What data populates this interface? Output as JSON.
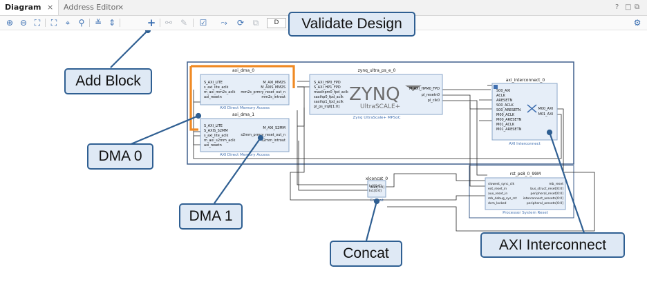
{
  "tabs": [
    {
      "label": "Diagram",
      "active": true
    },
    {
      "label": "Address Editor",
      "active": false
    }
  ],
  "window_controls": {
    "help": "?",
    "restore": "□",
    "maximize": "⧉"
  },
  "toolbar": {
    "icons": [
      "zoom-in-icon",
      "zoom-out-icon",
      "fit-icon",
      "zoom-area-icon",
      "center-icon",
      "search-icon",
      "collapse-icon",
      "expand-icon",
      "add-icon",
      "make-connection-icon",
      "properties-icon",
      "validate-icon",
      "route-icon",
      "regenerate-icon",
      "copy-icon",
      "default-view-icon",
      "settings-icon"
    ],
    "view_select_label": "D"
  },
  "callouts": {
    "validate": "Validate Design",
    "add_block": "Add Block",
    "dma0": "DMA 0",
    "dma1": "DMA 1",
    "concat": "Concat",
    "axi": "AXI Interconnect"
  },
  "diagram": {
    "axi_dma_0": {
      "name": "axi_dma_0",
      "subtitle": "AXI Direct Memory Access",
      "left_ports": [
        "S_AXI_LITE",
        "s_axi_lite_aclk",
        "m_axi_mm2s_aclk",
        "axi_resetn"
      ],
      "right_ports": [
        "M_AXI_MM2S",
        "M_AXIS_MM2S",
        "mm2s_prmry_reset_out_n",
        "mm2s_introut"
      ]
    },
    "axi_dma_1": {
      "name": "axi_dma_1",
      "subtitle": "AXI Direct Memory Access",
      "left_ports": [
        "S_AXI_LITE",
        "S_AXIS_S2MM",
        "s_axi_lite_aclk",
        "m_axi_s2mm_aclk",
        "axi_resetn"
      ],
      "right_ports": [
        "M_AXI_S2MM",
        "s2mm_prmry_reset_out_n",
        "s2mm_introut"
      ]
    },
    "zynq": {
      "name": "zynq_ultra_ps_e_0",
      "logo": "ZYNQ",
      "logo_sub": "UltraSCALE+",
      "subtitle": "Zynq UltraScale+ MPSoC",
      "left_ports": [
        "S_AXI_HP0_FPD",
        "S_AXI_HP1_FPD",
        "maxihpm0_fpd_aclk",
        "saxihp0_fpd_aclk",
        "saxihp1_fpd_aclk",
        "pl_ps_irq0[1:0]"
      ],
      "right_ports": [
        "M_AXI_HPM0_FPD",
        "pl_resetn0",
        "pl_clk0"
      ]
    },
    "interconnect": {
      "name": "axi_interconnect_0",
      "subtitle": "AXI Interconnect",
      "left_ports": [
        "S00_AXI",
        "ACLK",
        "ARESETN",
        "S00_ACLK",
        "S00_ARESETN",
        "M00_ACLK",
        "M00_ARESETN",
        "M01_ACLK",
        "M01_ARESETN"
      ],
      "right_ports": [
        "M00_AXI",
        "M01_AXI"
      ]
    },
    "xlconcat": {
      "name": "xlconcat_0",
      "subtitle": "Concat",
      "left_ports": [
        "In0[0:0]",
        "In1[0:0]"
      ],
      "right_ports": [
        "dout[1:0]"
      ]
    },
    "rst": {
      "name": "rst_ps8_0_99M",
      "subtitle": "Processor System Reset",
      "left_ports": [
        "slowest_sync_clk",
        "ext_reset_in",
        "aux_reset_in",
        "mb_debug_sys_rst",
        "dcm_locked"
      ],
      "right_ports": [
        "mb_reset",
        "bus_struct_reset[0:0]",
        "peripheral_reset[0:0]",
        "interconnect_aresetn[0:0]",
        "peripheral_aresetn[0:0]"
      ]
    }
  }
}
